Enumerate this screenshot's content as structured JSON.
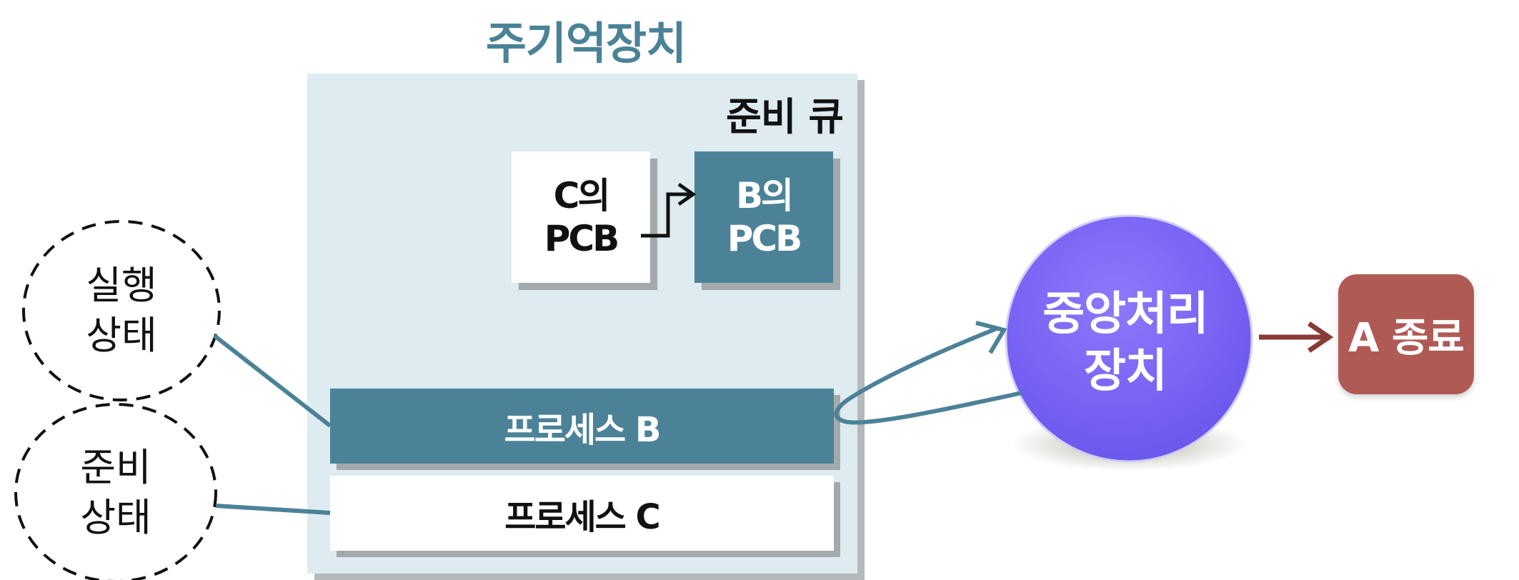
{
  "memory": {
    "title": "주기억장치",
    "ready_queue_label": "준비 큐"
  },
  "pcb_c": {
    "line1": "C의",
    "line2": "PCB"
  },
  "pcb_b": {
    "line1": "B의",
    "line2": "PCB"
  },
  "process_b": {
    "label": "프로세스 B"
  },
  "process_c": {
    "label": "프로세스 C"
  },
  "running_state": {
    "line1": "실행",
    "line2": "상태"
  },
  "ready_state": {
    "line1": "준비",
    "line2": "상태"
  },
  "cpu": {
    "line1": "중앙처리",
    "line2": "장치"
  },
  "a_end": {
    "label": "A 종료"
  },
  "colors": {
    "teal": "#4b8298",
    "memory_bg": "#deebf1",
    "cpu_purple": "#7a63f5",
    "end_red": "#b05a55",
    "arrow_dark_red": "#8a3b35"
  }
}
